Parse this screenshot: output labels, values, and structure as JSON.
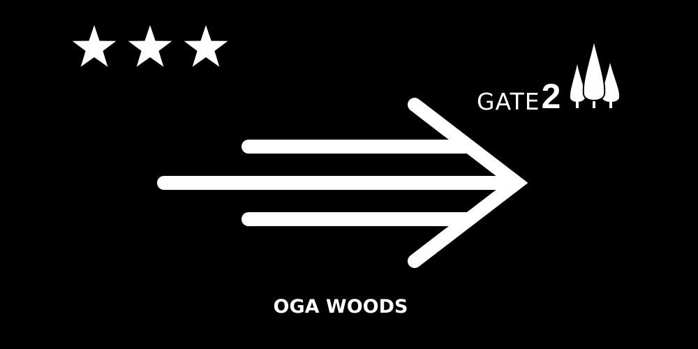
{
  "rating": {
    "stars": 3,
    "max": 3
  },
  "gate": {
    "word": "GATE",
    "number": "2"
  },
  "destination": "OGA WOODS",
  "direction": "right",
  "colors": {
    "background": "#000000",
    "foreground": "#ffffff"
  }
}
